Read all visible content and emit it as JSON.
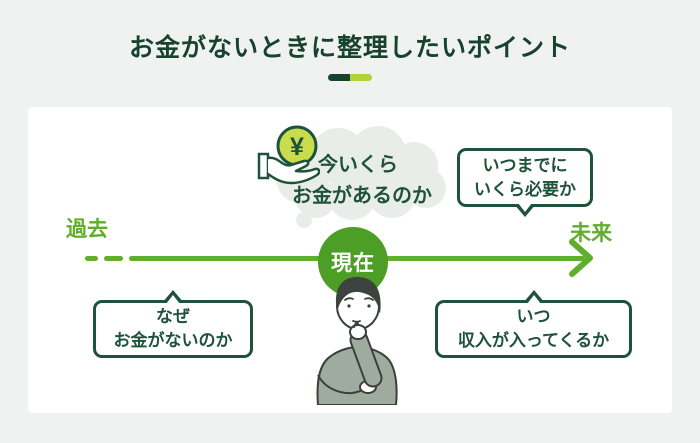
{
  "title": "お金がないときに整理したいポイント",
  "timeline": {
    "past_label": "過去",
    "present_label": "現在",
    "future_label": "未来"
  },
  "thought_bubble": {
    "icon": "hand-holding-yen-coin",
    "coin_symbol": "¥",
    "line1": "今いくら",
    "line2": "お金があるのか"
  },
  "speech_bubbles": {
    "future_deadline": {
      "line1": "いつまでに",
      "line2": "いくら必要か"
    },
    "past_reason": {
      "line1": "なぜ",
      "line2": "お金がないのか"
    },
    "future_income": {
      "line1": "いつ",
      "line2": "収入が入ってくるか"
    }
  },
  "illustration": "thinking-person",
  "icons": {
    "hand_coin_icon": "hand-holding-yen-coin",
    "timeline_arrow": "arrow-right"
  },
  "colors": {
    "page_bg": "#f0f2f1",
    "panel_bg": "#ffffff",
    "dark_green": "#1e523a",
    "title_green": "#17432e",
    "timeline_green": "#5fae2c",
    "present_circle_green": "#4c9e27",
    "accent_dark": "#16432d",
    "accent_light": "#b2d336",
    "cloud_gray": "#e9ede9",
    "coin_yellow_green": "#c9dc4b"
  }
}
